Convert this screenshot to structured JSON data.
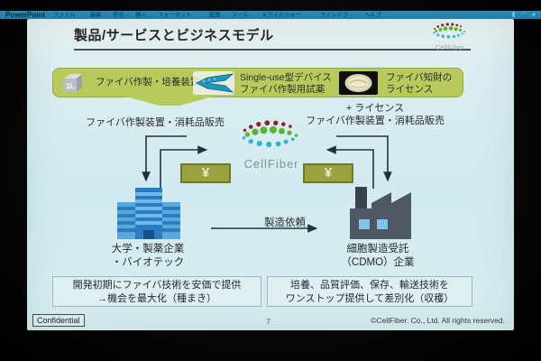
{
  "menubar": {
    "app": "PowerPoint",
    "items": [
      "ファイル",
      "編集",
      "表示",
      "挿入",
      "フォーマット",
      "配置",
      "ツール",
      "スライドショー",
      "ウィンドウ",
      "ヘルプ"
    ],
    "status_icons": [
      "battery-icon",
      "wifi-icon",
      "clock-icon"
    ]
  },
  "slide": {
    "title": "製品/サービスとビジネスモデル",
    "brand": "CellFiber",
    "offerings": {
      "cube_label": "1L",
      "item1": "ファイバ作製・培養装置",
      "item2_line1": "Single-use型デバイス",
      "item2_line2": "ファイバ作製用試薬",
      "item3_line1": "ファイバ知財の",
      "item3_line2": "ライセンス"
    },
    "left_flow_label": "ファイバ作製装置・消耗品販売",
    "right_flow_label_line1": "+ ライセンス",
    "right_flow_label_line2": "ファイバ作製装置・消耗品販売",
    "yen": "¥",
    "manufacture_request": "製造依頼",
    "left_entity_line1": "大学・製薬企業",
    "left_entity_line2": "・バイオテック",
    "right_entity_line1": "細胞製造受託",
    "right_entity_line2": "（CDMO）企業",
    "left_note_line1": "開発初期にファイバ技術を安価で提供",
    "left_note_line2": "→機会を最大化（種まき）",
    "right_note_line1": "培養、品質評価、保存、輸送技術を",
    "right_note_line2": "ワンストップ提供して差別化（収穫）",
    "footer": {
      "confidential": "Confidential",
      "page": "7",
      "copyright": "©CellFiber. Co., Ltd. All rights reserved."
    }
  },
  "colors": {
    "offer_band": "#b7ca5b",
    "offer_band_border": "#94ae37",
    "yen_badge": "#99a23f",
    "building_blue": "#2b7cc0",
    "factory_grey": "#4d5864",
    "slide_bg": "#d2ebf0",
    "menubar_teal": "#2f8db8",
    "logo_red": "#8e1f2a",
    "logo_green": "#58b32e",
    "logo_teal": "#2fb3cc"
  }
}
